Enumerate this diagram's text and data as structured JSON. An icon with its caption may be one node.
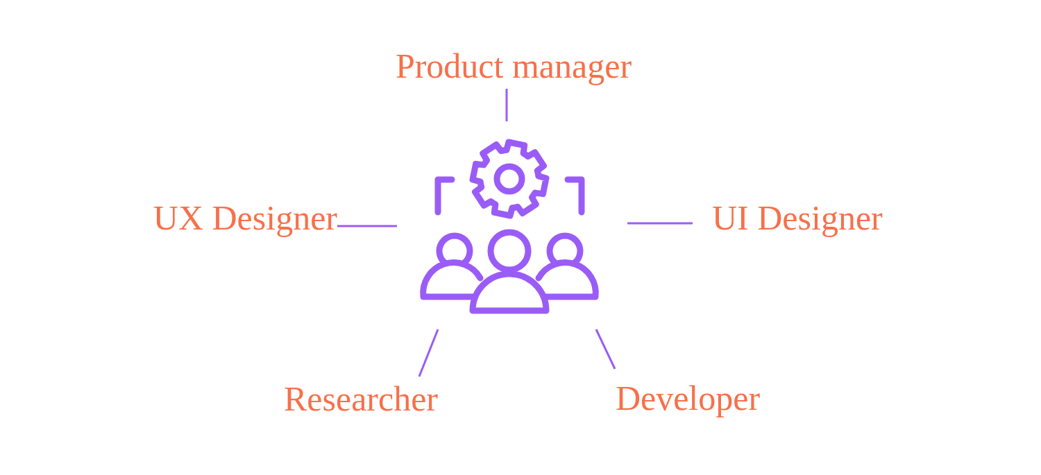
{
  "diagram": {
    "nodes": [
      {
        "text": [],
        "shape": "picture"
      },
      {
        "text": [
          "Product manager"
        ]
      },
      {
        "text": [
          "UX Designer"
        ]
      },
      {
        "text": [
          "UI Designer"
        ]
      },
      {
        "text": [
          "Researcher"
        ]
      },
      {
        "text": [
          "Developer"
        ]
      }
    ],
    "edges": [
      {
        "from": 1,
        "to": 0,
        "arrow": "none"
      },
      {
        "from": 2,
        "to": 0,
        "arrow": "none"
      },
      {
        "from": 3,
        "to": 0,
        "arrow": "none"
      },
      {
        "from": 4,
        "to": 0,
        "arrow": "none"
      },
      {
        "from": 5,
        "to": 0,
        "arrow": "none"
      }
    ]
  }
}
